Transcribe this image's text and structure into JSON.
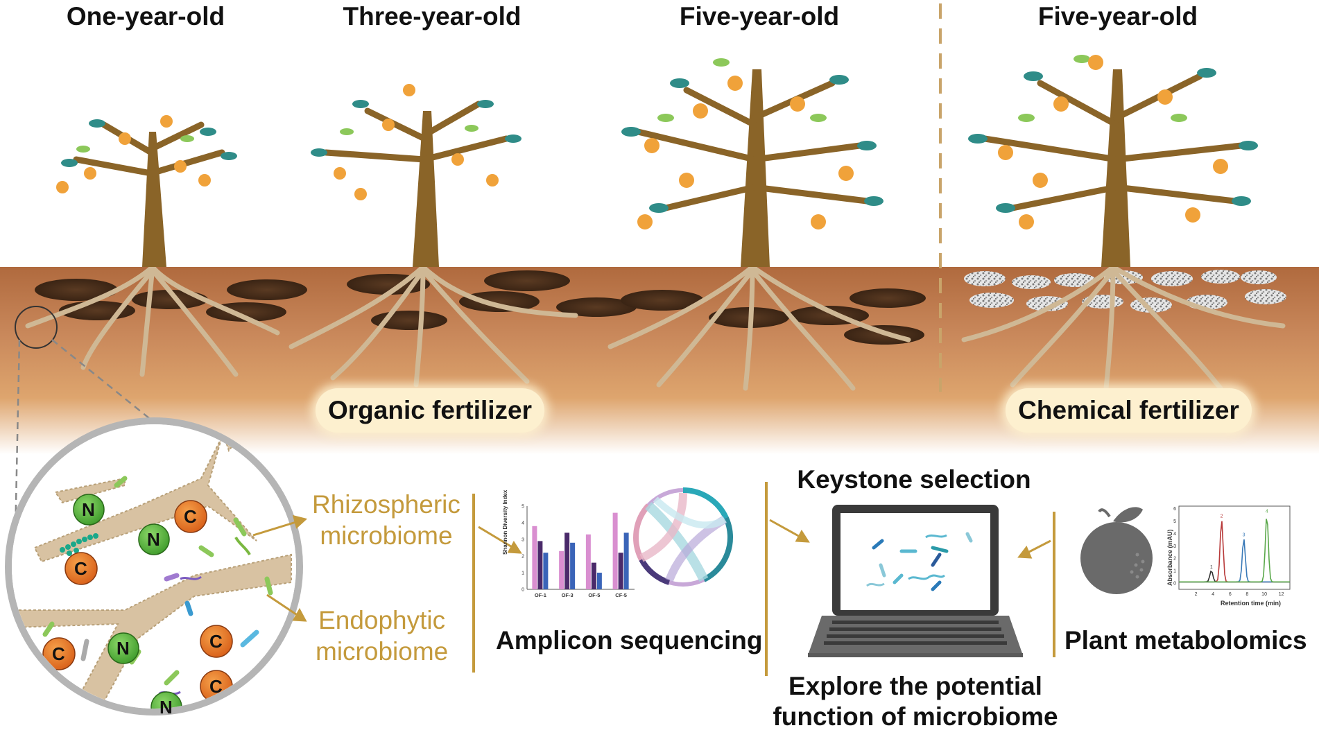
{
  "stages": [
    {
      "label": "One-year-old"
    },
    {
      "label": "Three-year-old"
    },
    {
      "label": "Five-year-old"
    },
    {
      "label": "Five-year-old"
    }
  ],
  "fertilizers": {
    "organic": "Organic fertilizer",
    "chemical": "Chemical fertilizer"
  },
  "inset": {
    "nutrient_labels": [
      "N",
      "C"
    ]
  },
  "microbiome": {
    "rhizo_line1": "Rhizospheric",
    "rhizo_line2": "microbiome",
    "endo_line1": "Endophytic",
    "endo_line2": "microbiome"
  },
  "amplicon": {
    "label": "Amplicon sequencing",
    "chart_data": {
      "type": "bar",
      "ylabel": "Shannon Diversity Index",
      "categories": [
        "OF-1",
        "OF-3",
        "OF-5",
        "CF-5"
      ],
      "yticks": [
        "0",
        "1",
        "2",
        "3",
        "4",
        "5"
      ],
      "ylim": [
        0,
        5
      ],
      "series": [
        {
          "values": [
            3.8,
            2.3,
            3.3,
            4.6
          ]
        },
        {
          "values": [
            2.9,
            3.4,
            1.6,
            2.2
          ]
        },
        {
          "values": [
            2.2,
            2.8,
            1.0,
            3.4
          ]
        }
      ],
      "colors": [
        "#d98fd0",
        "#4a2a6a",
        "#3a64b8"
      ]
    }
  },
  "keystone": {
    "title": "Keystone selection",
    "explore_line1": "Explore the potential",
    "explore_line2": "function of microbiome"
  },
  "metabolomics": {
    "label": "Plant metabolomics",
    "chart_data": {
      "type": "line",
      "xlabel": "Retention time (min)",
      "ylabel": "Absorbance (mAU)",
      "xticks": [
        "2",
        "4",
        "6",
        "8",
        "10",
        "12"
      ],
      "yticks": [
        "0",
        "1",
        "2",
        "3",
        "4",
        "5",
        "6"
      ],
      "xlim": [
        0,
        13
      ],
      "ylim": [
        -0.5,
        6.2
      ],
      "peaks": [
        {
          "label": "1",
          "x": 3.8,
          "height": 0.9,
          "color": "#333333"
        },
        {
          "label": "2",
          "x": 5.0,
          "height": 5.0,
          "color": "#b83a3a"
        },
        {
          "label": "3",
          "x": 7.6,
          "height": 3.5,
          "color": "#3a7ab8"
        },
        {
          "label": "4",
          "x": 10.3,
          "height": 5.4,
          "color": "#5aa84a"
        }
      ]
    }
  }
}
